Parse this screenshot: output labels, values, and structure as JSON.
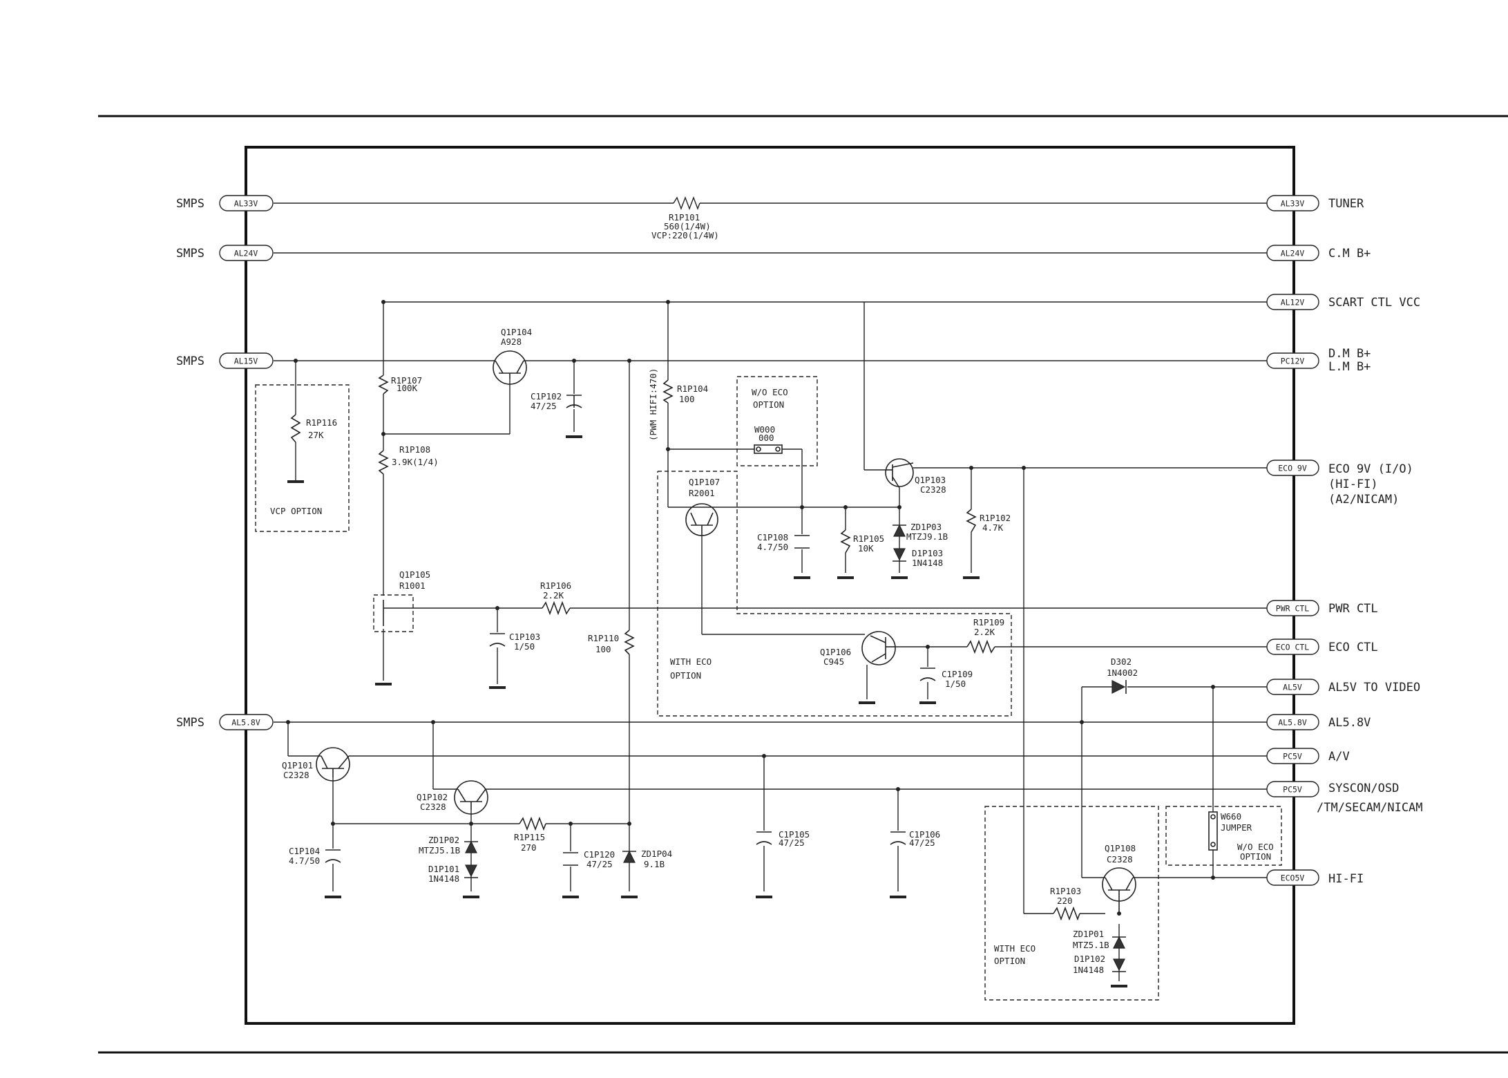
{
  "left_sources": {
    "s1": "SMPS",
    "s2": "SMPS",
    "s3": "SMPS",
    "s4": "SMPS"
  },
  "connectors_left": {
    "c1": "AL33V",
    "c2": "AL24V",
    "c3": "AL15V",
    "c4": "AL5.8V"
  },
  "connectors_right": {
    "r1": "AL33V",
    "r2": "AL24V",
    "r3": "AL12V",
    "r4": "PC12V",
    "r5": "ECO 9V",
    "r6": "PWR CTL",
    "r7": "ECO CTL",
    "r8": "AL5V",
    "r9": "AL5.8V",
    "r10": "PC5V",
    "r11": "PC5V",
    "r12": "ECO5V"
  },
  "destinations": {
    "d1": "TUNER",
    "d2": "C.M B+",
    "d3": "SCART CTL VCC",
    "d4a": "D.M B+",
    "d4b": "L.M B+",
    "d5a": "ECO 9V (I/O)",
    "d5b": "(HI-FI)",
    "d5c": "(A2/NICAM)",
    "d6": "PWR CTL",
    "d7": "ECO CTL",
    "d8": "AL5V TO VIDEO",
    "d9": "AL5.8V",
    "d10": "A/V",
    "d11a": "SYSCON/OSD",
    "d11b": "/TM/SECAM/NICAM",
    "d12": "HI-FI"
  },
  "components": {
    "r101_ref": "R1P101",
    "r101_val": "560(1/4W)",
    "r101_alt": "VCP:220(1/4W)",
    "q104_ref": "Q1P104",
    "q104_val": "A928",
    "r107_ref": "R1P107",
    "r107_val": "100K",
    "c102_ref": "C1P102",
    "c102_val": "47/25",
    "r116_ref": "R1P116",
    "r116_val": "27K",
    "r108_ref": "R1P108",
    "r108_val": "3.9K(1/4)",
    "r104_ref": "R1P104",
    "r104_val": "100",
    "r104_alt": "(PWM HIFI:470)",
    "w000_ref": "W000",
    "w000_val": "000",
    "q107_ref": "Q1P107",
    "q107_val": "R2001",
    "q103_ref": "Q1P103",
    "q103_val": "C2328",
    "r102_ref": "R1P102",
    "r102_val": "4.7K",
    "c108_ref": "C1P108",
    "c108_val": "4.7/50",
    "r105_ref": "R1P105",
    "r105_val": "10K",
    "zd103_ref": "ZD1P03",
    "zd103_val": "MTZJ9.1B",
    "d103_ref": "D1P103",
    "d103_val": "1N4148",
    "q105_ref": "Q1P105",
    "q105_val": "R1001",
    "r106_ref": "R1P106",
    "r106_val": "2.2K",
    "c103_ref": "C1P103",
    "c103_val": "1/50",
    "r110_ref": "R1P110",
    "r110_val": "100",
    "r109_ref": "R1P109",
    "r109_val": "2.2K",
    "q106_ref": "Q1P106",
    "q106_val": "C945",
    "c109_ref": "C1P109",
    "c109_val": "1/50",
    "d302_ref": "D302",
    "d302_val": "1N4002",
    "q101_ref": "Q1P101",
    "q101_val": "C2328",
    "q102_ref": "Q1P102",
    "q102_val": "C2328",
    "r115_ref": "R1P115",
    "r115_val": "270",
    "c104_ref": "C1P104",
    "c104_val": "4.7/50",
    "zd102_ref": "ZD1P02",
    "zd102_val": "MTZJ5.1B",
    "d101_ref": "D1P101",
    "d101_val": "1N4148",
    "c120_ref": "C1P120",
    "c120_val": "47/25",
    "zd104_ref": "ZD1P04",
    "zd104_val": "9.1B",
    "c105_ref": "C1P105",
    "c105_val": "47/25",
    "c106_ref": "C1P106",
    "c106_val": "47/25",
    "w660_ref": "W660",
    "w660_val": "JUMPER",
    "q108_ref": "Q1P108",
    "q108_val": "C2328",
    "r103_ref": "R1P103",
    "r103_val": "220",
    "zd101_ref": "ZD1P01",
    "zd101_val": "MTZ5.1B",
    "d102_ref": "D1P102",
    "d102_val": "1N4148"
  },
  "options": {
    "vcp": "VCP OPTION",
    "woeco1_a": "W/O ECO",
    "woeco1_b": "OPTION",
    "witheco1_a": "WITH ECO",
    "witheco1_b": "OPTION",
    "woeco2_a": "W/O ECO",
    "woeco2_b": "OPTION",
    "witheco2_a": "WITH ECO",
    "witheco2_b": "OPTION"
  }
}
